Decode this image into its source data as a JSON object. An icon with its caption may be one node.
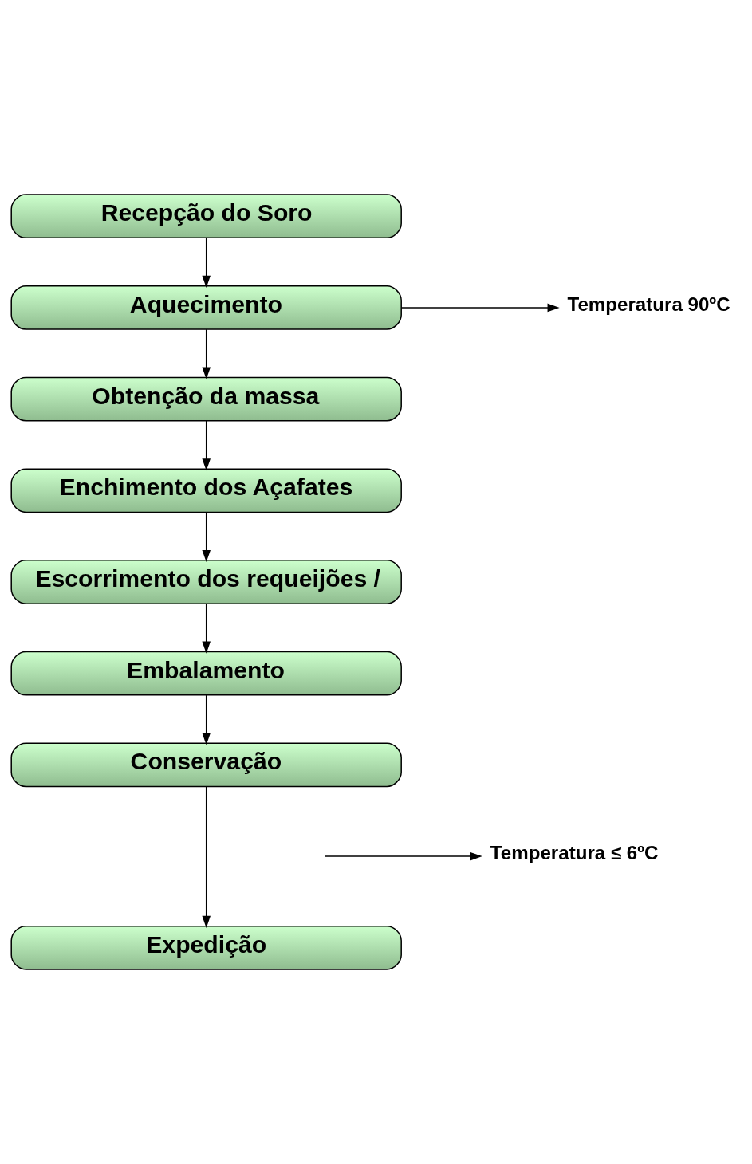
{
  "diagram": {
    "nodes": [
      {
        "text": [
          "Recepção do Soro"
        ]
      },
      {
        "text": [
          "Aquecimento"
        ]
      },
      {
        "text": [
          "Obtenção da massa"
        ]
      },
      {
        "text": [
          "Enchimento dos Açafates"
        ]
      },
      {
        "text": [
          "Escorrimento dos requeijões /"
        ]
      },
      {
        "text": [
          "Embalamento"
        ]
      },
      {
        "text": [
          "Conservação"
        ]
      },
      {
        "text": [
          "Expedição"
        ]
      },
      {
        "text": [
          "Temperatura 90ºC"
        ]
      },
      {
        "text": [
          "Temperatura ≤ 6ºC"
        ]
      }
    ],
    "edges": [
      {
        "from": 0,
        "to": 1,
        "arrow": "to"
      },
      {
        "from": 1,
        "to": 2,
        "arrow": "to"
      },
      {
        "from": 2,
        "to": 3,
        "arrow": "to"
      },
      {
        "from": 3,
        "to": 4,
        "arrow": "to"
      },
      {
        "from": 4,
        "to": 5,
        "arrow": "to"
      },
      {
        "from": 5,
        "to": 6,
        "arrow": "to"
      },
      {
        "from": 6,
        "to": 7,
        "arrow": "to"
      },
      {
        "from": 1,
        "to": 8,
        "arrow": "to"
      },
      {
        "from": null,
        "to": 9,
        "arrow": "to"
      }
    ]
  }
}
